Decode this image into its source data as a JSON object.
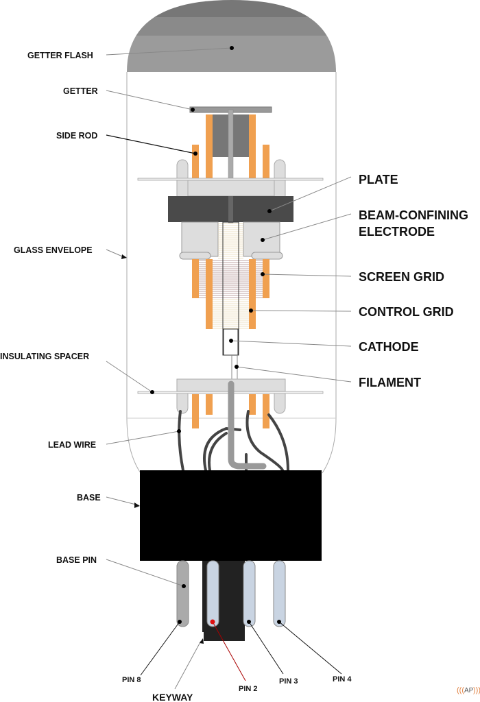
{
  "labels_left": {
    "getter_flash": "GETTER FLASH",
    "getter": "GETTER",
    "side_rod": "SIDE ROD",
    "glass_envelope": "GLASS ENVELOPE",
    "insulating_spacer": "INSULATING SPACER",
    "lead_wire": "LEAD WIRE",
    "base": "BASE",
    "base_pin": "BASE PIN"
  },
  "labels_right": {
    "plate": "PLATE",
    "beam_confining_1": "BEAM-CONFINING",
    "beam_confining_2": "ELECTRODE",
    "screen_grid": "SCREEN GRID",
    "control_grid": "CONTROL GRID",
    "cathode": "CATHODE",
    "filament": "FILAMENT"
  },
  "labels_bottom": {
    "pin8": "PIN 8",
    "keyway": "KEYWAY",
    "pin2": "PIN 2",
    "pin3": "PIN 3",
    "pin4": "PIN 4"
  },
  "logo": "AP",
  "colors": {
    "orange": "#f0a050",
    "plate": "#4a4a4a",
    "base": "#000000",
    "highlight": "#e01010"
  }
}
